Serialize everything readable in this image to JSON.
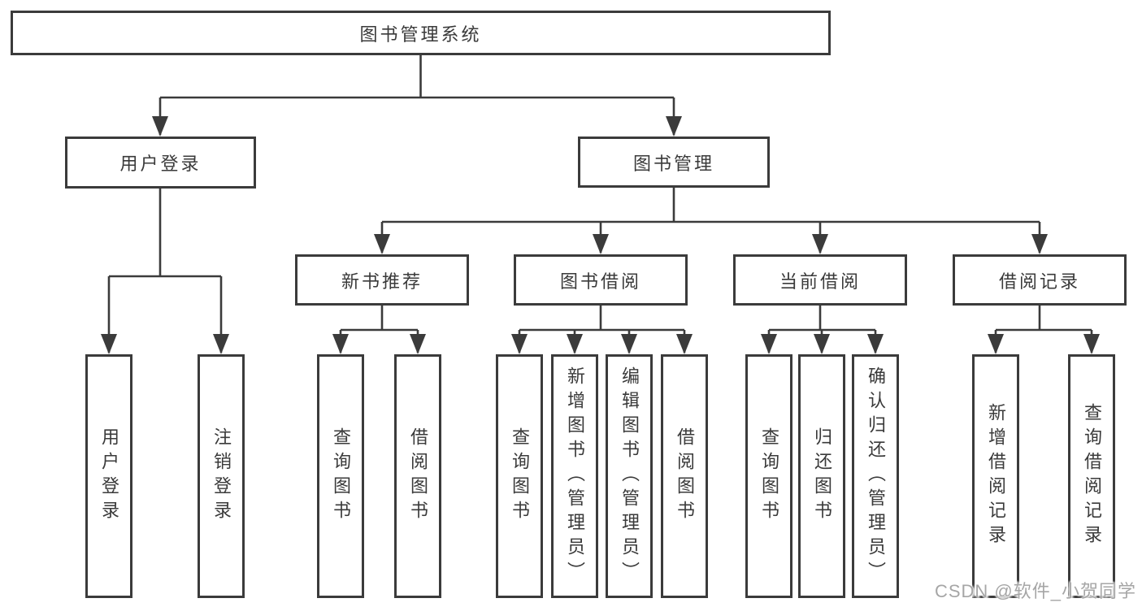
{
  "diagram": {
    "root": {
      "label": "图书管理系统"
    },
    "level2": [
      {
        "label": "用户登录"
      },
      {
        "label": "图书管理"
      }
    ],
    "level3": [
      {
        "label": "新书推荐"
      },
      {
        "label": "图书借阅"
      },
      {
        "label": "当前借阅"
      },
      {
        "label": "借阅记录"
      }
    ],
    "leaves": {
      "user_login": [
        {
          "label": "用户登录"
        },
        {
          "label": "注销登录"
        }
      ],
      "new_book": [
        {
          "label": "查询图书"
        },
        {
          "label": "借阅图书"
        }
      ],
      "book_borrow": [
        {
          "label": "查询图书"
        },
        {
          "label": "新增图书（管理员）"
        },
        {
          "label": "编辑图书（管理员）"
        },
        {
          "label": "借阅图书"
        }
      ],
      "current_borrow": [
        {
          "label": "查询图书"
        },
        {
          "label": "归还图书"
        },
        {
          "label": "确认归还（管理员）"
        }
      ],
      "borrow_record": [
        {
          "label": "新增借阅记录"
        },
        {
          "label": "查询借阅记录"
        }
      ]
    }
  },
  "watermark": {
    "text": "CSDN @软件_小贺同学"
  },
  "colors": {
    "line": "#3b3b3b",
    "text": "#3a3a3a",
    "background": "#ffffff",
    "watermark": "#a6a6a6"
  }
}
